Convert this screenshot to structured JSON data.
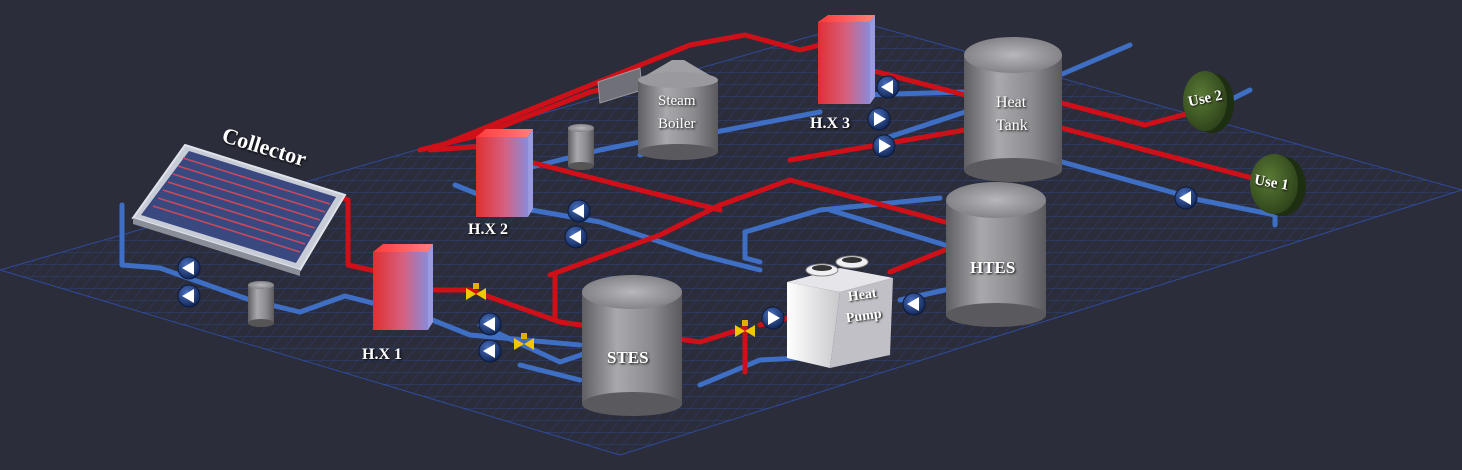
{
  "labels": {
    "collector": "Collector",
    "hx1": "H.X 1",
    "hx2": "H.X 2",
    "hx3": "H.X 3",
    "steam_boiler_line1": "Steam",
    "steam_boiler_line2": "Boiler",
    "heat_tank_line1": "Heat",
    "heat_tank_line2": "Tank",
    "htes": "HTES",
    "stes": "STES",
    "heat_pump_line1": "Heat",
    "heat_pump_line2": "Pump",
    "use1": "Use 1",
    "use2": "Use 2"
  },
  "colors": {
    "background": "#2b2d3a",
    "grid": "#2f4a9a",
    "hot_pipe": "#d01018",
    "cold_pipe": "#3e6fc4",
    "tank_gray": "#8a8a8e",
    "use_green": "#3f5a24",
    "valve_yellow": "#f0c800",
    "pump_blue": "#1f3f8a"
  }
}
